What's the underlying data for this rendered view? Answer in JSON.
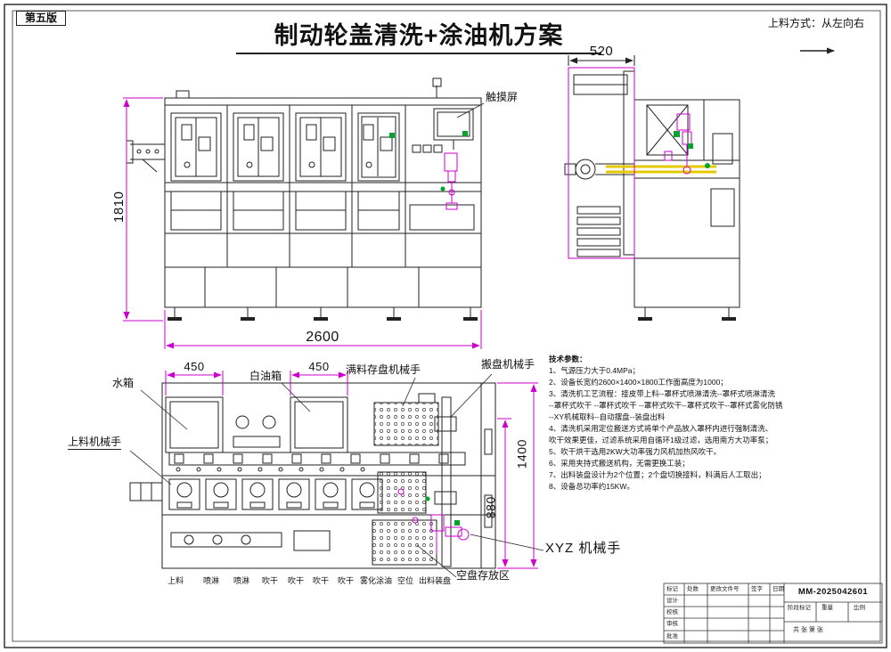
{
  "page": {
    "edition": "第五版",
    "title": "制动轮盖清洗+涂油机方案",
    "feed_note": "上料方式：从左向右"
  },
  "dims": {
    "front_height": "1810",
    "front_width": "2600",
    "side_depth": "520",
    "tank1_width": "450",
    "tank2_width": "450",
    "plan_depth": "1400",
    "plan_inner_depth": "880"
  },
  "callouts": {
    "touch_screen": "触摸屏",
    "water_tank": "水箱",
    "white_oil_tank": "白油箱",
    "full_tray_robot": "满料存盘机械手",
    "tray_transfer_robot": "搬盘机械手",
    "loading_robot": "上料机械手",
    "xyz_robot": "XYZ 机械手",
    "empty_tray_area": "空盘存放区"
  },
  "stations": [
    "上料",
    "喷淋",
    "喷淋",
    "吹干",
    "吹干",
    "吹干",
    "吹干",
    "雾化涂油",
    "空位",
    "出料装盘"
  ],
  "tech_params": {
    "lines": [
      "技术参数：",
      "1、气源压力大于0.4MPa；",
      "2、设备长宽约2600×1400×1800工作面高度为1000；",
      "3、清洗机工艺流程：接皮带上料--罩杯式喷淋清洗--罩杯式喷淋清洗",
      "--罩杯式吹干 --罩杯式吹干 --罩杯式吹干--罩杯式吹干--罩杯式雾化防锈",
      "--XY机械取料--自动摆盘--装盘出料",
      "4、清洗机采用定位搬送方式将单个产品放入罩杯内进行强制清洗、",
      "吹干效果更佳，过滤系统采用自循环1级过滤，选用南方大功率泵；",
      "5、吹干烘干选用2KW大功率强力风机加热风吹干。",
      "6、采用夹持式搬送机构，无需更换工装；",
      "7、出料装盘设计为2个位置；2个盘切换接料，料满后人工取出；",
      "8、设备总功率约15KW。"
    ]
  },
  "title_block": {
    "drawing_no": "MM-2025042601",
    "rev_headers": [
      "标记",
      "处数",
      "更改文件号",
      "签字",
      "日期"
    ],
    "roles": [
      "设计",
      "校核",
      "审核",
      "批准"
    ],
    "stage_label": "阶段标记",
    "weight_label": "重量",
    "scale_label": "比例",
    "sheet_label": "共 张 第 张"
  },
  "colors": {
    "line": "#1a1a1a",
    "dimension": "#cc00cc",
    "highlight_yellow": "#e6c800",
    "accent_green": "#00a32e"
  }
}
